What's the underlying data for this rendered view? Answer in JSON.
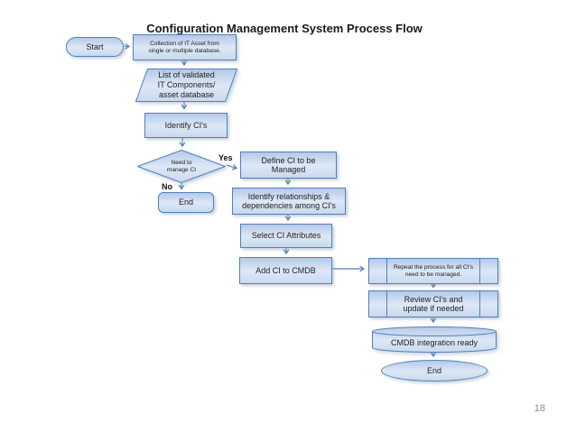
{
  "title": "Configuration Management System Process Flow",
  "page_number": "18",
  "colors": {
    "node_border": "#4f81bd",
    "node_fill_light": "#dde8f6",
    "node_fill_dark": "#b6c9e7",
    "arrow": "#4f81bd",
    "title_text": "#1a1a1a",
    "page_number_text": "#8a8a8a"
  },
  "nodes": {
    "start": {
      "type": "terminator",
      "lines": [
        "Start"
      ]
    },
    "collect": {
      "type": "process",
      "lines": [
        "Collection of IT Asset from",
        "single or multiple database."
      ]
    },
    "validated": {
      "type": "data",
      "lines": [
        "List of validated",
        "IT Components/",
        "asset database"
      ]
    },
    "identify_ci": {
      "type": "process",
      "lines": [
        "Identify CI's"
      ]
    },
    "decision": {
      "type": "decision",
      "lines": [
        "Need to",
        "manage CI"
      ]
    },
    "define": {
      "type": "process",
      "lines": [
        "Define CI to be",
        "Managed"
      ]
    },
    "end1": {
      "type": "terminator",
      "lines": [
        "End"
      ]
    },
    "relationships": {
      "type": "process",
      "lines": [
        "Identify relationships &",
        "dependencies among CI's"
      ]
    },
    "attributes": {
      "type": "process",
      "lines": [
        "Select CI Attributes"
      ]
    },
    "add_cmdb": {
      "type": "process",
      "lines": [
        "Add CI to CMDB"
      ]
    },
    "repeat": {
      "type": "predefined-process",
      "lines": [
        "Repeat the process for all CI's",
        "need to be managed."
      ]
    },
    "review": {
      "type": "predefined-process",
      "lines": [
        "Review CI's and",
        "update if needed"
      ]
    },
    "cmdb_ready": {
      "type": "stored-data",
      "lines": [
        "CMDB integration ready"
      ]
    },
    "end2": {
      "type": "terminator",
      "lines": [
        "End"
      ]
    }
  },
  "edges": [
    {
      "from": "start",
      "to": "collect"
    },
    {
      "from": "collect",
      "to": "validated"
    },
    {
      "from": "validated",
      "to": "identify_ci"
    },
    {
      "from": "identify_ci",
      "to": "decision"
    },
    {
      "from": "decision",
      "to": "define",
      "label": "Yes"
    },
    {
      "from": "decision",
      "to": "end1",
      "label": "No"
    },
    {
      "from": "define",
      "to": "relationships"
    },
    {
      "from": "relationships",
      "to": "attributes"
    },
    {
      "from": "attributes",
      "to": "add_cmdb"
    },
    {
      "from": "add_cmdb",
      "to": "repeat"
    },
    {
      "from": "repeat",
      "to": "review"
    },
    {
      "from": "review",
      "to": "cmdb_ready"
    },
    {
      "from": "cmdb_ready",
      "to": "end2"
    }
  ]
}
